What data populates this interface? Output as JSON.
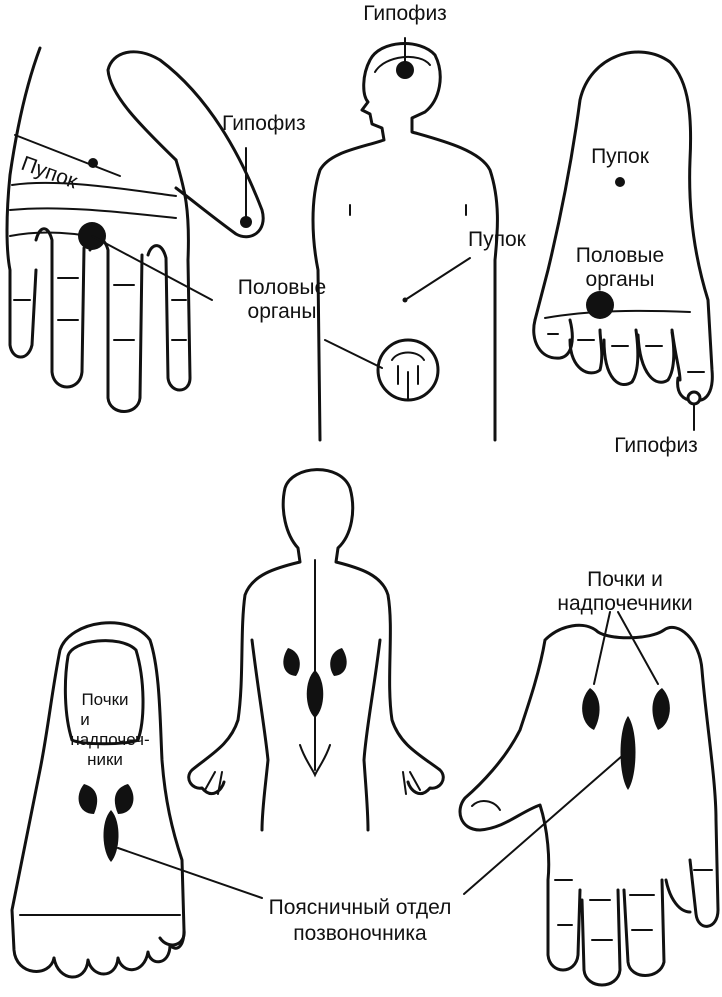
{
  "labels": {
    "pituitary_top": "Гипофиз",
    "pituitary_hand": "Гипофиз",
    "pituitary_foot": "Гипофиз",
    "navel_hand": "Пупок",
    "navel_body": "Пупок",
    "navel_foot": "Пупок",
    "genitals_center_1": "Половые",
    "genitals_center_2": "органы",
    "genitals_foot_1": "Половые",
    "genitals_foot_2": "органы",
    "kidneys_right_1": "Почки и",
    "kidneys_right_2": "надпочечники",
    "kidneys_foot_1": "Почки",
    "kidneys_foot_2": "и",
    "kidneys_foot_3": "надпочеч-",
    "kidneys_foot_4": "ники",
    "lumbar_1": "Поясничный отдел",
    "lumbar_2": "позвоночника"
  },
  "colors": {
    "ink": "#111111",
    "background": "#ffffff"
  }
}
